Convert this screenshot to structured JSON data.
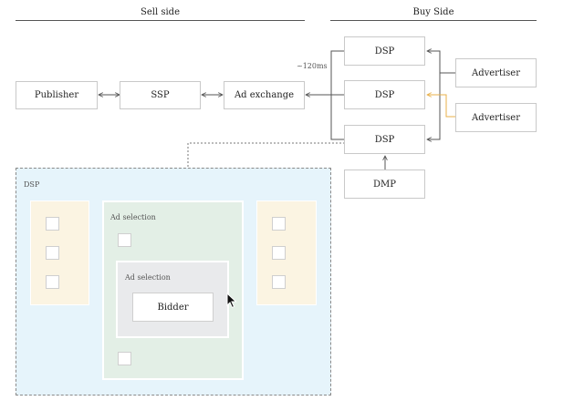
{
  "headers": {
    "sell_side": "Sell side",
    "buy_side": "Buy Side"
  },
  "nodes": {
    "publisher": "Publisher",
    "ssp": "SSP",
    "ad_exchange": "Ad exchange",
    "dsp_top": "DSP",
    "dsp_middle": "DSP",
    "dsp_bottom": "DSP",
    "dmp": "DMP",
    "advertiser_1": "Advertiser",
    "advertiser_2": "Advertiser"
  },
  "latency_label": "~120ms",
  "detail": {
    "panel_label": "DSP",
    "ad_selection_outer": "Ad selection",
    "ad_selection_inner": "Ad selection",
    "bidder": "Bidder"
  },
  "colors": {
    "connector": "#555555",
    "highlight_connector": "#e8b04a",
    "dsp_panel_fill": "#e6f4fb",
    "side_column_fill": "#fbf4e2",
    "ad_selection_fill": "#e3efe6",
    "inner_selection_fill": "#e9eaec"
  }
}
